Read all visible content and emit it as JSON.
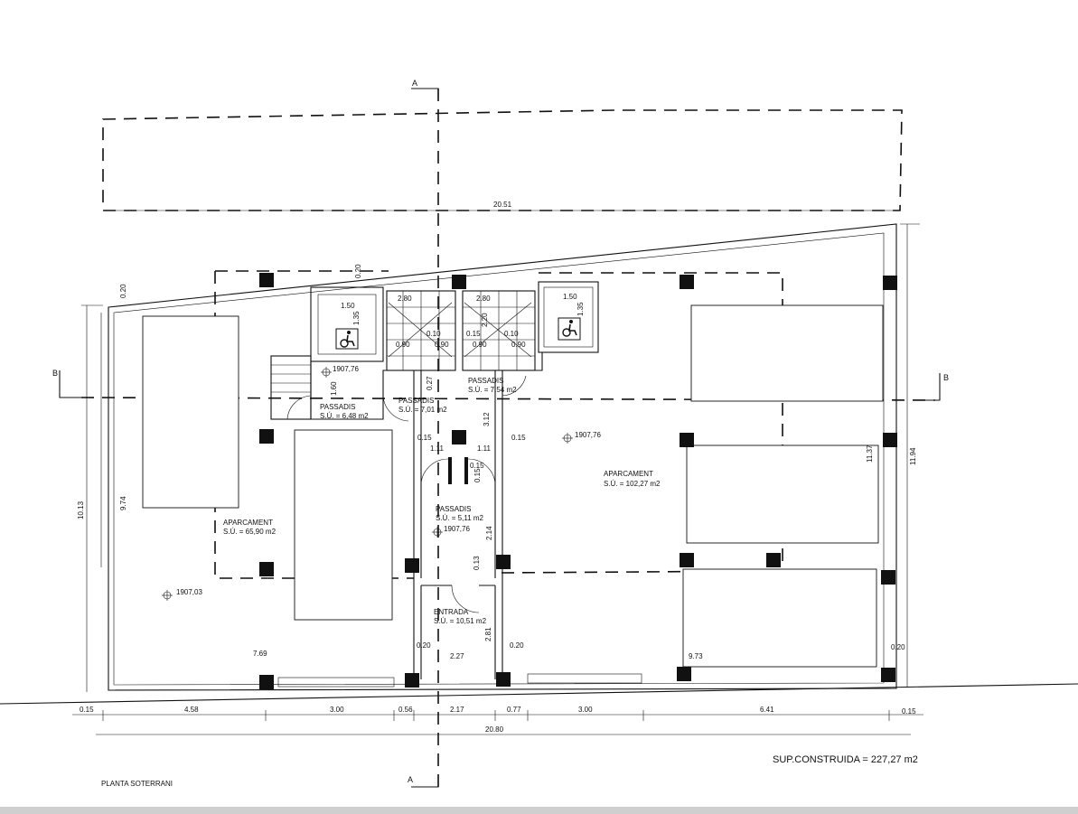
{
  "drawing": {
    "title": "PLANTA SOTERRANI",
    "built_area": "SUP.CONSTRUIDA = 227,27 m2",
    "section_marks": {
      "vertical": "A",
      "horizontal": "B"
    }
  },
  "rooms": [
    {
      "id": "parking-left",
      "name": "APARCAMENT",
      "area": "S.Ú. = 65,90 m2"
    },
    {
      "id": "parking-right",
      "name": "APARCAMENT",
      "area": "S.Ú. = 102,27 m2"
    },
    {
      "id": "passage-1",
      "name": "PASSADIS",
      "area": "S.Ú. = 6,48 m2"
    },
    {
      "id": "passage-2",
      "name": "PASSADIS",
      "area": "S.Ú. = 7,01 m2"
    },
    {
      "id": "passage-3",
      "name": "PASSADIS",
      "area": "S.Ú. = 7,54 m2"
    },
    {
      "id": "passage-4",
      "name": "PASSADIS",
      "area": "S.Ú. = 5,11 m2"
    },
    {
      "id": "entrance",
      "name": "ENTRADA",
      "area": "S.Ú. = 10,51 m2"
    }
  ],
  "levels": [
    "1907,76",
    "1907,76",
    "1907,76",
    "1907,03"
  ],
  "dimensions": {
    "overall_top": "20.51",
    "overall_bottom": "20.80",
    "bottom_chain": [
      "0.15",
      "4.58",
      "3.00",
      "0.56",
      "2.17",
      "0.77",
      "3.00",
      "6.41",
      "0.15"
    ],
    "left_height": "10.13",
    "left_inner": "9.74",
    "right_outer": "11.94",
    "right_inner": "11.37",
    "inner_left_width": "7.69",
    "inner_right_width": "9.73",
    "entry_width": "2.27",
    "wall_020": "0.20",
    "wall_015": "0.15",
    "corridor": "1.11",
    "elevator": "1.50",
    "elevator_depth": "1.35",
    "stair_gap": "0.10",
    "stair_run": "0.90",
    "d160": "1.60",
    "d312": "3.12",
    "d214": "2.14",
    "d281": "2.81",
    "d220": "2.20",
    "d013": "0.13",
    "d0135": "0.15",
    "d2_80": "2.80",
    "d027": "0.27"
  }
}
